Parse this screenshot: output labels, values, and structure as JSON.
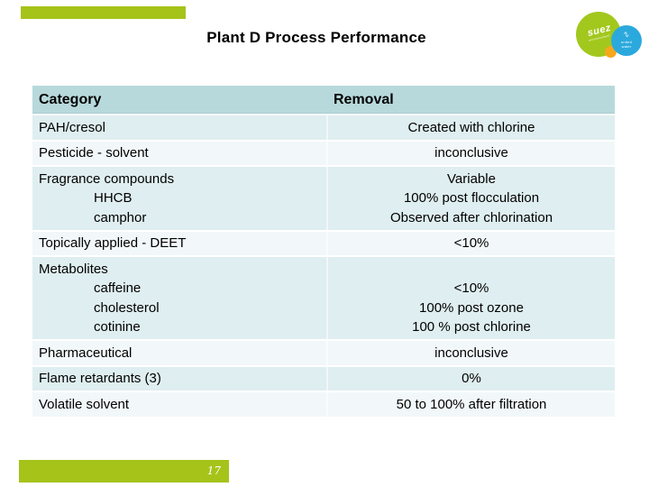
{
  "slide": {
    "title": "Plant D Process Performance",
    "page_number": "17"
  },
  "logo": {
    "suez_text": "suez",
    "suez_subtext": "environnement",
    "figure_glyph": "∿",
    "water_line1": "united",
    "water_line2": "water",
    "colors": {
      "green_circle": "#a2c81e",
      "blue_circle": "#2ba9dd",
      "orange_circle": "#f5a81c"
    }
  },
  "colors": {
    "accent_green": "#a6c31a",
    "table_header_bg": "#b7d9dc",
    "row_teal": "#dfeef0",
    "row_light": "#f2f8f9",
    "text": "#000000"
  },
  "table": {
    "columns": [
      {
        "label": "Category"
      },
      {
        "label": "Removal"
      }
    ],
    "rows": [
      {
        "category": [
          "PAH/cresol"
        ],
        "removal": [
          "Created with chlorine"
        ]
      },
      {
        "category": [
          "Pesticide - solvent"
        ],
        "removal": [
          "inconclusive"
        ]
      },
      {
        "category": [
          "Fragrance compounds",
          "HHCB",
          "camphor"
        ],
        "removal": [
          "Variable",
          "100% post flocculation",
          "Observed after chlorination"
        ]
      },
      {
        "category": [
          "Topically applied - DEET"
        ],
        "removal": [
          "<10%"
        ]
      },
      {
        "category": [
          "Metabolites",
          "caffeine",
          "cholesterol",
          "cotinine"
        ],
        "removal": [
          "",
          "<10%",
          "100% post ozone",
          "100 % post chlorine"
        ]
      },
      {
        "category": [
          "Pharmaceutical"
        ],
        "removal": [
          "inconclusive"
        ]
      },
      {
        "category": [
          "Flame retardants (3)"
        ],
        "removal": [
          "0%"
        ]
      },
      {
        "category": [
          "Volatile solvent"
        ],
        "removal": [
          "50 to 100% after filtration"
        ]
      }
    ]
  }
}
